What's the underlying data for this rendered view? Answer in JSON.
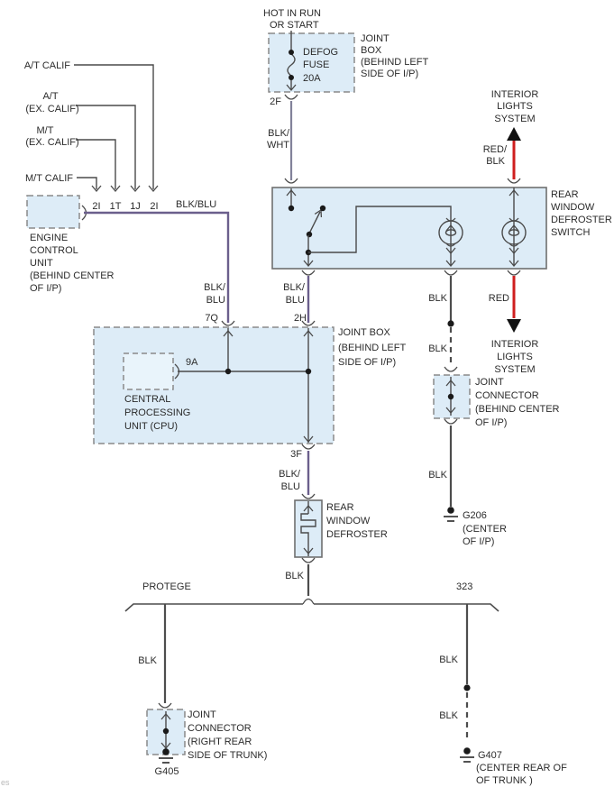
{
  "colors": {
    "box_fill": "#ddecf7",
    "wire_blk": "#4d4d4d",
    "wire_blk_blu": "#6b5f8c",
    "wire_blk_wht": "#82829a",
    "wire_red": "#cf1f1f"
  },
  "power": {
    "source": [
      "HOT IN RUN",
      "OR START"
    ],
    "fuse": [
      "DEFOG",
      "FUSE",
      "20A"
    ],
    "joint_box": [
      "JOINT",
      "BOX",
      "(BEHIND LEFT",
      "SIDE OF I/P)"
    ],
    "terminal": "2F",
    "wire": [
      "BLK/",
      "WHT"
    ]
  },
  "variants": {
    "at_calif": "A/T CALIF",
    "at_ex": [
      "A/T",
      "(EX. CALIF)"
    ],
    "mt_ex": [
      "M/T",
      "(EX. CALIF)"
    ],
    "mt_calif": "M/T CALIF",
    "terminals": [
      "2I",
      "1T",
      "1J",
      "2I"
    ]
  },
  "ecu": {
    "wire": "BLK/BLU",
    "label": [
      "ENGINE",
      "CONTROL",
      "UNIT",
      "(BEHIND CENTER",
      "OF I/P)"
    ]
  },
  "defroster_switch": {
    "label": [
      "REAR",
      "WINDOW",
      "DEFROSTER",
      "SWITCH"
    ]
  },
  "interior_lights_top": {
    "label": [
      "INTERIOR",
      "LIGHTS",
      "SYSTEM"
    ],
    "wire": [
      "RED/",
      "BLK"
    ]
  },
  "interior_lights_mid": {
    "label": [
      "INTERIOR",
      "LIGHTS",
      "SYSTEM"
    ],
    "wire": "RED"
  },
  "joint_box_mid": {
    "label": [
      "JOINT BOX",
      "(BEHIND LEFT",
      "SIDE OF I/P)"
    ],
    "terminal_7q": "7Q",
    "terminal_2h": "2H",
    "terminal_3f": "3F",
    "terminal_9a": "9A",
    "wire_7q": [
      "BLK/",
      "BLU"
    ],
    "wire_2h": [
      "BLK/",
      "BLU"
    ],
    "wire_3f": [
      "BLK/",
      "BLU"
    ],
    "cpu_label": [
      "CENTRAL",
      "PROCESSING",
      "UNIT (CPU)"
    ]
  },
  "joint_connector_ip": {
    "wire_top": "BLK",
    "wire_mid": "BLK",
    "label": [
      "JOINT",
      "CONNECTOR",
      "(BEHIND CENTER",
      "OF I/P)"
    ],
    "wire_bottom": "BLK",
    "ground": [
      "G206",
      "(CENTER",
      "OF I/P)"
    ]
  },
  "rear_defroster": {
    "label": [
      "REAR",
      "WINDOW",
      "DEFROSTER"
    ],
    "wire_out": "BLK"
  },
  "split": {
    "left_model": "PROTEGE",
    "right_model": "323"
  },
  "trunk_left": {
    "wire": "BLK",
    "connector": [
      "JOINT",
      "CONNECTOR",
      "(RIGHT REAR",
      "SIDE OF TRUNK)"
    ],
    "ground": "G405"
  },
  "trunk_right": {
    "wire_top": "BLK",
    "wire_bottom": "BLK",
    "ground": [
      "G407",
      "(CENTER REAR OF",
      "OF TRUNK )"
    ]
  },
  "artifact": "es"
}
